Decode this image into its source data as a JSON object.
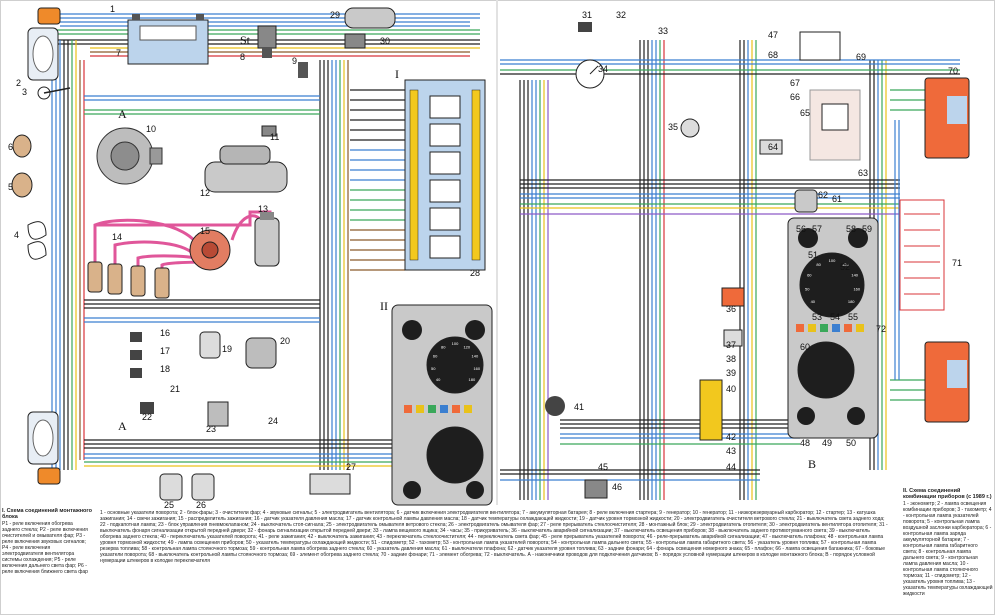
{
  "diagram": {
    "section_labels": {
      "block": "I",
      "cluster_old": "II",
      "ign_switch": "St",
      "fuse_a_top": "A",
      "fuse_a_bottom": "A",
      "cluster_new": "B"
    },
    "component_numbers": [
      "1",
      "2",
      "3",
      "4",
      "5",
      "6",
      "7",
      "8",
      "9",
      "10",
      "11",
      "12",
      "13",
      "14",
      "15",
      "16",
      "17",
      "18",
      "19",
      "20",
      "21",
      "22",
      "23",
      "24",
      "25",
      "26",
      "27",
      "28",
      "29",
      "30",
      "31",
      "32",
      "33",
      "34",
      "35",
      "36",
      "37",
      "38",
      "39",
      "40",
      "41",
      "42",
      "43",
      "44",
      "45",
      "46",
      "47",
      "48",
      "49",
      "50",
      "51",
      "52",
      "53",
      "54",
      "55",
      "56",
      "57",
      "58",
      "59",
      "60",
      "61",
      "62",
      "63",
      "64",
      "65",
      "66",
      "67",
      "68",
      "69",
      "70",
      "71",
      "72"
    ],
    "gauge_scale_labels": [
      "40",
      "50",
      "60",
      "80",
      "100",
      "120",
      "140",
      "160",
      "180"
    ],
    "wire_colors": {
      "pink": "#e0569a",
      "red": "#d8343a",
      "blue": "#3b7fd0",
      "green": "#3aa85a",
      "yellow": "#e9c21a",
      "brown": "#8b5a2b",
      "black": "#222222",
      "grey": "#8a8a8a",
      "orange": "#ef8a2a",
      "violet": "#8e5bc7"
    },
    "accent_colors": {
      "block_bg": "#bcd4ec",
      "connector": "#f2c81e",
      "lamp_red": "#ef6a3a",
      "panel_grey": "#c9c9c9"
    }
  },
  "captions": {
    "left_title": "I. Схема соединений монтажного блока",
    "left_text": "Р1 - реле включения обогрева заднего стекла; Р2 - реле включения очистителей и омывателя фар; Р3 - реле включения звуковых сигналов; Р4 - реле включения электродвигателя вентилятора системы охлаждения; Р5 - реле включения дальнего света фар; Р6 - реле включения ближнего света фар",
    "center_text": "1 - основные указатели поворота; 2 - блок-фары; 3 - очистители фар; 4 - звуковые сигналы; 5 - электродвигатель вентилятора; 6 - датчик включения электродвигателя вентилятора; 7 - аккумуляторная батарея; 8 - реле включения стартера; 9 - генератор; 10 - генератор; 11 - низкорезервуарный карбюратор; 12 - стартер; 13 - катушка зажигания; 14 - свечи зажигания; 15 - распределитель зажигания; 16 - датчик указателя давления масла; 17 - датчик контрольной лампы давления масла; 18 - датчик температуры охлаждающей жидкости; 19 - датчик уровня тормозной жидкости; 20 - электродвигатель очистителя ветрового стекла; 21 - выключатель света заднего хода; 22 - подкапотная лампа; 23 - блок управления пневмоклапаном; 24 - выключатель стоп-сигнала; 25 - электродвигатель омывателя ветрового стекла; 26 - электродвигатель омывателя фар; 27 - реле прерыватель стеклоочистителя; 28 - монтажный блок; 29 - электродвигатель отопителя; 30 - электродвигатель вентилятора отопителя; 31 - выключатель фонаря сигнализации открытой передней двери; 32 - фонарь сигнализации открытой передней двери; 33 - лампа вещевого ящика; 34 - часы; 35 - прикуриватель; 36 - выключатель аварийной сигнализации; 37 - выключатель освещения приборов; 38 - выключатель заднего противотуманного света; 39 - выключатель обогрева заднего стекла; 40 - переключатель указателей поворота; 41 - реле зажигания; 42 - выключатель зажигания; 43 - переключатель стеклоочистителя; 44 - переключатель света фар; 45 - реле прерыватель указателей поворота; 46 - реле-прерыватель аварийной сигнализации; 47 - выключатель плафона; 48 - контрольная лампа уровня тормозной жидкости; 49 - лампа освещения приборов; 50 - указатель температуры охлаждающей жидкости; 51 - спидометр; 52 - тахометр; 53 - контрольная лампа указателей поворота; 54 - контрольная лампа дальнего света; 55 - контрольная лампа габаритного света; 56 - указатель уровня топлива; 57 - контрольная лампа резерва топлива; 58 - контрольная лампа стояночного тормоза; 59 - контрольная лампа обогрева заднего стекла; 60 - указатель давления масла; 61 - выключатели плафона; 62 - датчик указателя уровня топлива; 63 - задние фонари; 64 - фонарь освещения номерного знака; 65 - плафон; 66 - лампа освещения багажника; 67 - боковые указатели поворота; 68 - выключатель контрольной лампы стояночного тормоза; 69 - элемент обогрева заднего стекла; 70 - задние фонари; 71 - элемент обогрева; 72 - выключатель. А - наконечники проводов для подключения датчиков; Б - порядок условной нумерации штекеров в колодке монтажного блока; В - порядок условной нумерации штекеров в колодке переключателя",
    "right_title": "II. Схема соединений комбинации приборов (с 1989 г.)",
    "right_text": "1 - эконометр; 2 - лампа освещения комбинации приборов; 3 - тахометр; 4 - контрольная лампа указателей поворота; 5 - контрольная лампа воздушной заслонки карбюратора; 6 - контрольная лампа заряда аккумуляторной батареи; 7 - контрольная лампа габаритного света; 8 - контрольная лампа дальнего света; 9 - контрольная лампа давления масла; 10 - контрольная лампа стояночного тормоза; 11 - спидометр; 12 - указатель уровня топлива; 13 - указатель температуры охлаждающей жидкости"
  }
}
